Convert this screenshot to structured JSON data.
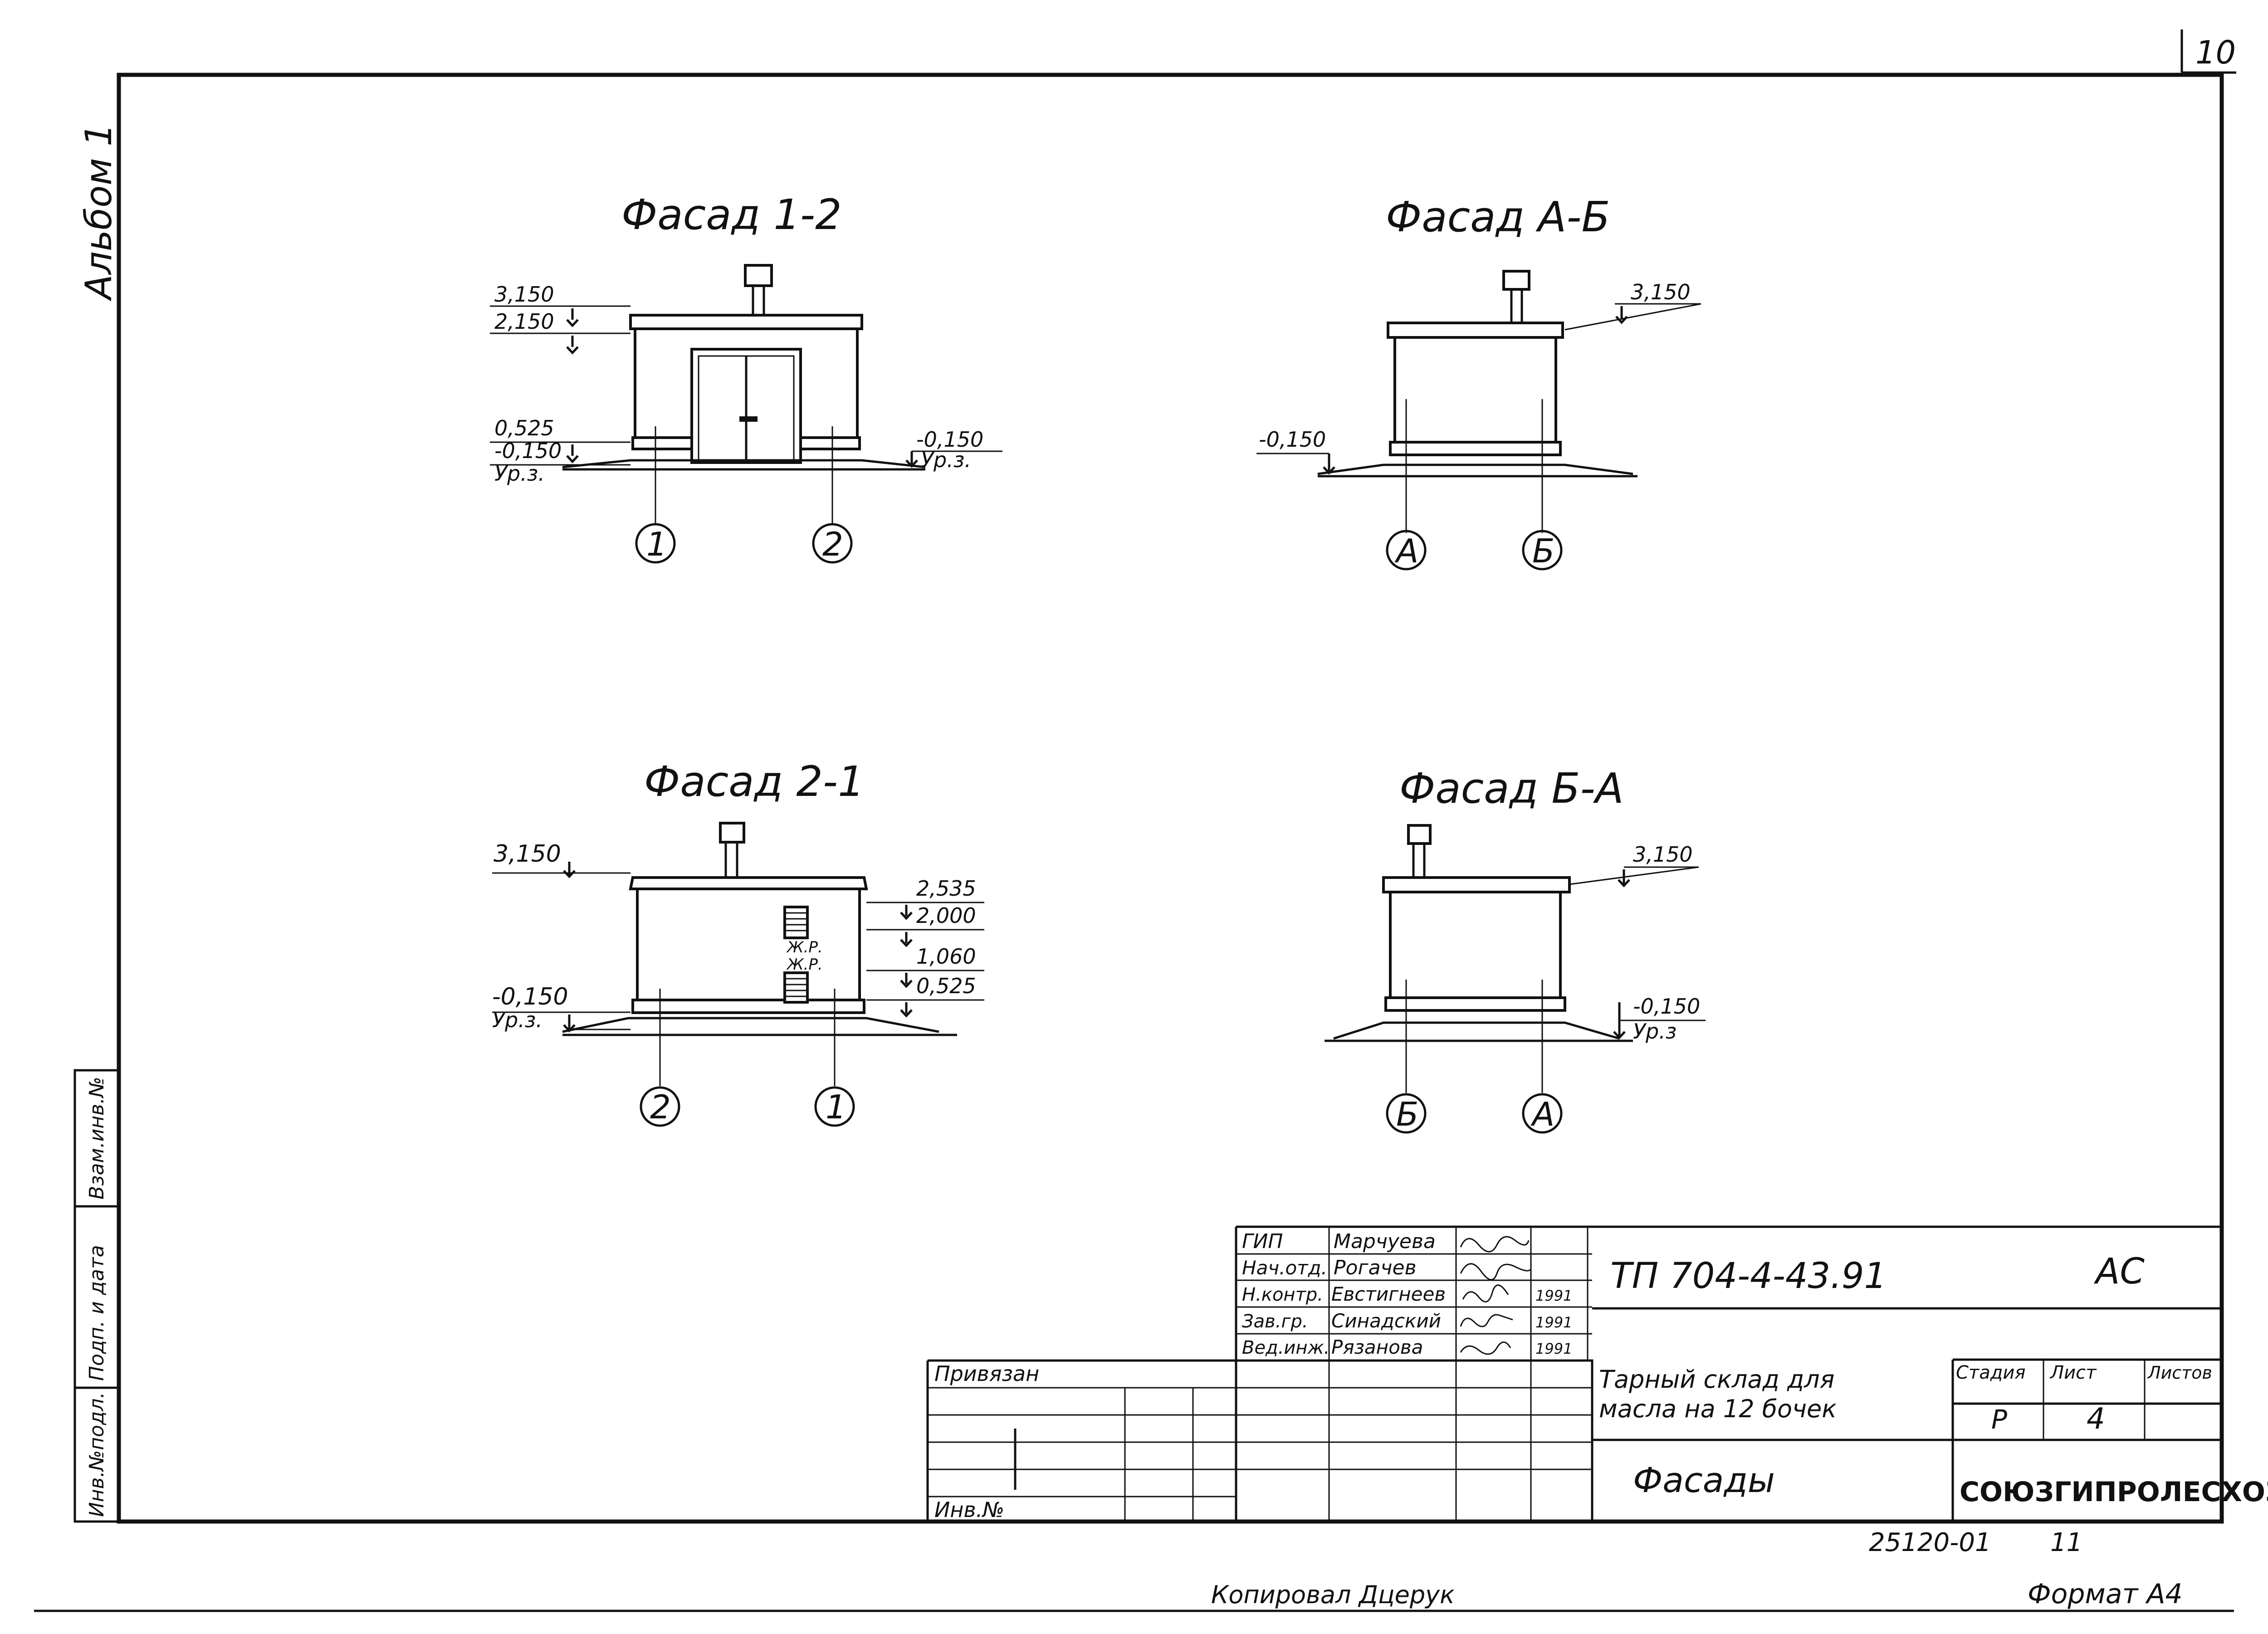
{
  "page": {
    "sheet_number": "10",
    "album_label": "Альбом 1"
  },
  "views": [
    {
      "title": "Фасад 1-2",
      "axes": [
        "1",
        "2"
      ],
      "levels_left": [
        "3,150",
        "2,150",
        "0,525",
        "-0,150",
        "Ур.з."
      ],
      "levels_right": [
        "-0,150",
        "Ур.з."
      ]
    },
    {
      "title": "Фасад А-Б",
      "axes": [
        "А",
        "Б"
      ],
      "levels_left": [
        "-0,150"
      ],
      "levels_right": [
        "3,150"
      ]
    },
    {
      "title": "Фасад 2-1",
      "axes": [
        "2",
        "1"
      ],
      "levels_left": [
        "3,150",
        "-0,150",
        "Ур.з."
      ],
      "levels_right": [
        "2,535",
        "2,000",
        "1,060",
        "0,525"
      ],
      "grille_labels": [
        "Ж.Р.",
        "Ж.Р."
      ]
    },
    {
      "title": "Фасад Б-А",
      "axes": [
        "Б",
        "А"
      ],
      "levels_left": [],
      "levels_right": [
        "3,150",
        "-0,150",
        "Ур.з"
      ]
    }
  ],
  "margin_stamp": {
    "cells": [
      "Инв.№подл.",
      "Подп. и дата",
      "Взам.инв.№"
    ]
  },
  "title_block": {
    "privyazan": "Привязан",
    "inv_no": "Инв.№",
    "roles": [
      {
        "role": "ГИП",
        "name": "Марчуева",
        "year": ""
      },
      {
        "role": "Нач.отд.",
        "name": "Рогачев",
        "year": ""
      },
      {
        "role": "Н.контр.",
        "name": "Евстигнеев",
        "year": "1991"
      },
      {
        "role": "Зав.гр.",
        "name": "Синадский",
        "year": "1991"
      },
      {
        "role": "Вед.инж.",
        "name": "Рязанова",
        "year": "1991"
      }
    ],
    "doc_code": "ТП 704-4-43.91",
    "doc_mark": "АС",
    "object_title": "Тарный склад для масла на 12 бочек",
    "sheet_title": "Фасады",
    "stage_header": "Стадия",
    "sheet_header": "Лист",
    "sheets_header": "Листов",
    "stage": "Р",
    "sheet": "4",
    "organization": "СОЮЗГИПРОЛЕСХОЗ"
  },
  "footer": {
    "archive_no": "25120-01",
    "archive_sheet": "11",
    "copied": "Копировал Дцерук",
    "format": "Формат А4"
  }
}
